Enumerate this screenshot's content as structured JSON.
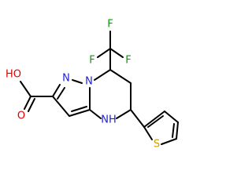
{
  "colors": {
    "bond": "#000000",
    "carbon_text": "#000000",
    "nitrogen": "#1f1fdc",
    "oxygen": "#e00000",
    "fluorine": "#00a000",
    "sulfur": "#c8a000",
    "background": "#ffffff"
  },
  "atoms": {
    "F_top": "F",
    "F_left": "F",
    "F_right": "F",
    "N_ring_top": "N",
    "N_ring_bridge": "N",
    "NH": "NH",
    "HO": "HO",
    "O_carbonyl": "O",
    "S": "S"
  }
}
